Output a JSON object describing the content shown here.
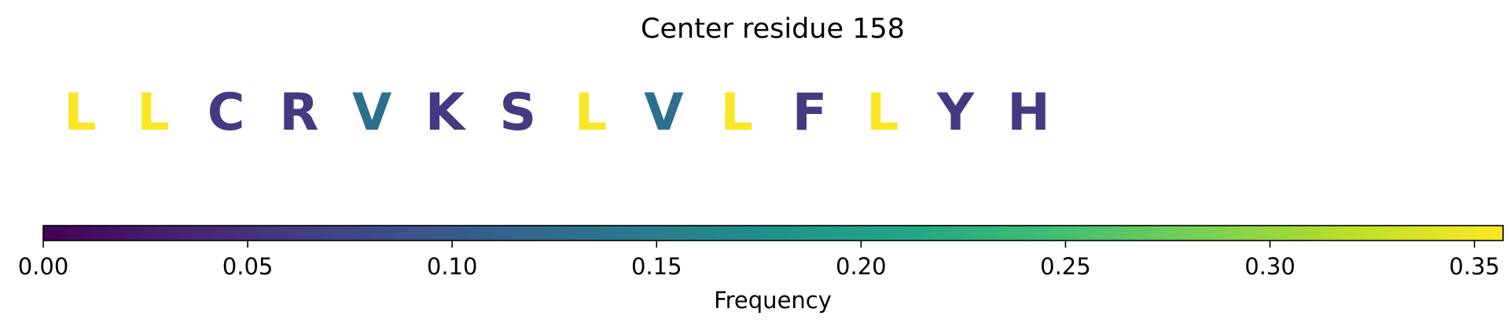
{
  "chart_data": {
    "type": "heatmap",
    "title": "Center residue 158",
    "residues": [
      {
        "letter": "L",
        "frequency": 0.355
      },
      {
        "letter": "L",
        "frequency": 0.355
      },
      {
        "letter": "C",
        "frequency": 0.06
      },
      {
        "letter": "R",
        "frequency": 0.06
      },
      {
        "letter": "V",
        "frequency": 0.13
      },
      {
        "letter": "K",
        "frequency": 0.06
      },
      {
        "letter": "S",
        "frequency": 0.06
      },
      {
        "letter": "L",
        "frequency": 0.355
      },
      {
        "letter": "V",
        "frequency": 0.13
      },
      {
        "letter": "L",
        "frequency": 0.355
      },
      {
        "letter": "F",
        "frequency": 0.06
      },
      {
        "letter": "L",
        "frequency": 0.355
      },
      {
        "letter": "Y",
        "frequency": 0.06
      },
      {
        "letter": "H",
        "frequency": 0.06
      }
    ],
    "colorbar": {
      "label": "Frequency",
      "range": [
        0,
        0.357
      ],
      "colormap": "viridis",
      "ticks": [
        0.0,
        0.05,
        0.1,
        0.15,
        0.2,
        0.25,
        0.3,
        0.35
      ],
      "tick_labels": [
        "0.00",
        "0.05",
        "0.10",
        "0.15",
        "0.20",
        "0.25",
        "0.30",
        "0.35"
      ]
    }
  }
}
